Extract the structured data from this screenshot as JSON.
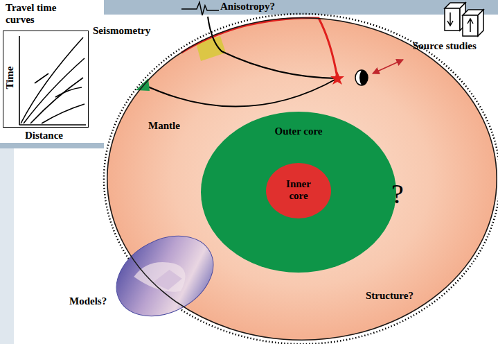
{
  "diagram": {
    "nodes": [
      {
        "text": [
          "Mantle"
        ]
      },
      {
        "text": [
          "Outer core"
        ],
        "in": 0
      },
      {
        "text": [
          "Inner core"
        ],
        "in": 1
      },
      {
        "text": [
          "Travel time curves"
        ]
      }
    ],
    "labels": [
      "Anisotropy?",
      "Seismometry",
      "Source studies",
      "Time",
      "Distance",
      "?",
      "Models?",
      "Structure?"
    ]
  }
}
